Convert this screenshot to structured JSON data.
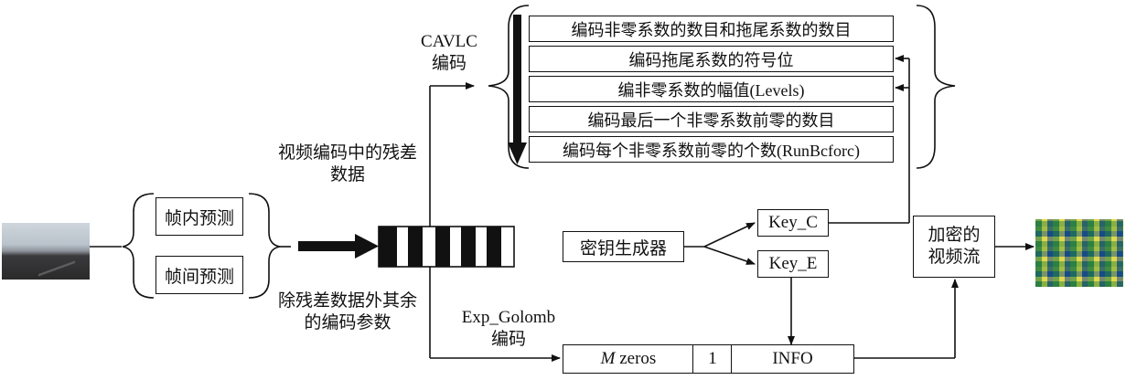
{
  "cavlc": {
    "title_line1": "CAVLC",
    "title_line2": "编码",
    "steps": [
      "编码非零系数的数目和拖尾系数的数目",
      "编码拖尾系数的符号位",
      "编非零系数的幅值(Levels)",
      "编码最后一个非零系数前零的数目",
      "编码每个非零系数前零的个数(RunBcforc)"
    ]
  },
  "prediction": {
    "intra": "帧内预测",
    "inter": "帧间预测"
  },
  "residual_label": {
    "line1": "视频编码中的残差",
    "line2": "数据"
  },
  "other_params_label": {
    "line1": "除残差数据外其余",
    "line2": "的编码参数"
  },
  "exp_golomb": {
    "title_line1": "Exp_Golomb",
    "title_line2": "编码",
    "fields": [
      "M",
      "zeros",
      "1",
      "INFO"
    ]
  },
  "key_generator": "密钥生成器",
  "key_c": "Key_C",
  "key_e": "Key_E",
  "encrypted_stream": {
    "line1": "加密的",
    "line2": "视频流"
  }
}
